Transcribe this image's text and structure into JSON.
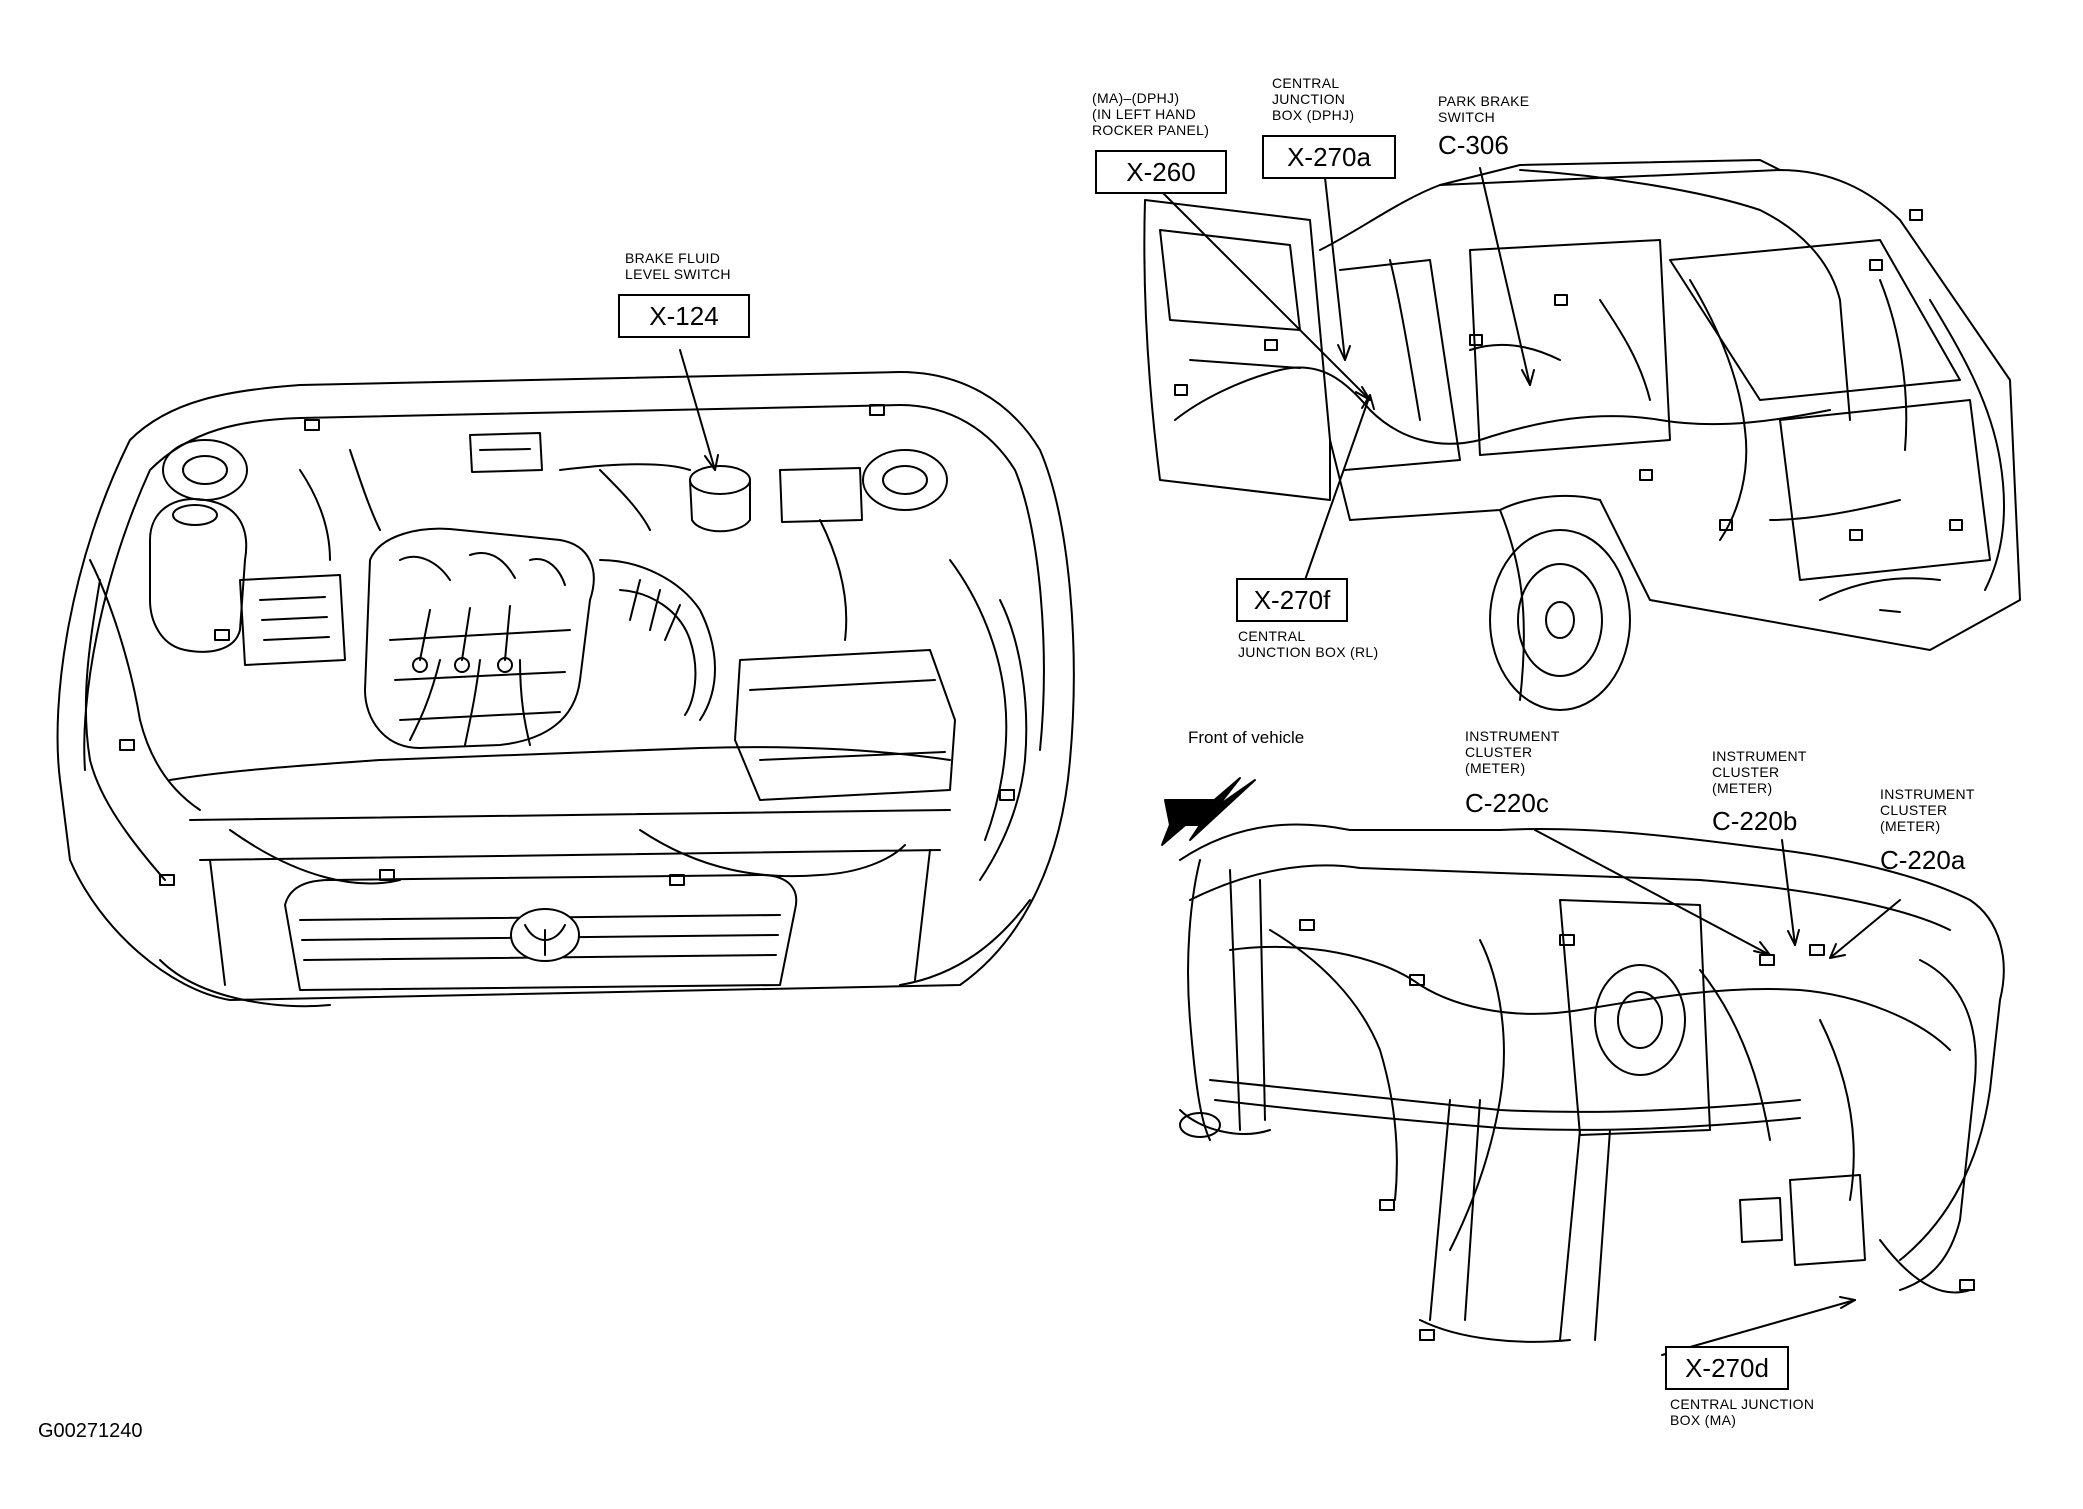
{
  "figure_id": "G00271240",
  "engine_bay": {
    "callouts": [
      {
        "id": "X-124",
        "caption": [
          "BRAKE FLUID",
          "LEVEL SWITCH"
        ]
      }
    ]
  },
  "rear_body": {
    "callouts": [
      {
        "id": "X-260",
        "caption": [
          "(MA)–(DPHJ)",
          "(IN LEFT HAND",
          "ROCKER PANEL)"
        ]
      },
      {
        "id": "X-270a",
        "caption": [
          "CENTRAL",
          "JUNCTION",
          "BOX (DPHJ)"
        ]
      },
      {
        "id": "C-306",
        "caption": [
          "PARK BRAKE",
          "SWITCH"
        ]
      },
      {
        "id": "X-270f",
        "caption": [
          "CENTRAL",
          "JUNCTION BOX (RL)"
        ]
      }
    ]
  },
  "dashboard": {
    "direction_label": "Front of vehicle",
    "callouts": [
      {
        "id": "C-220c",
        "caption": [
          "INSTRUMENT",
          "CLUSTER",
          "(METER)"
        ]
      },
      {
        "id": "C-220b",
        "caption": [
          "INSTRUMENT",
          "CLUSTER",
          "(METER)"
        ]
      },
      {
        "id": "C-220a",
        "caption": [
          "INSTRUMENT",
          "CLUSTER",
          "(METER)"
        ]
      },
      {
        "id": "X-270d",
        "caption": [
          "CENTRAL JUNCTION",
          "BOX (MA)"
        ]
      }
    ]
  }
}
